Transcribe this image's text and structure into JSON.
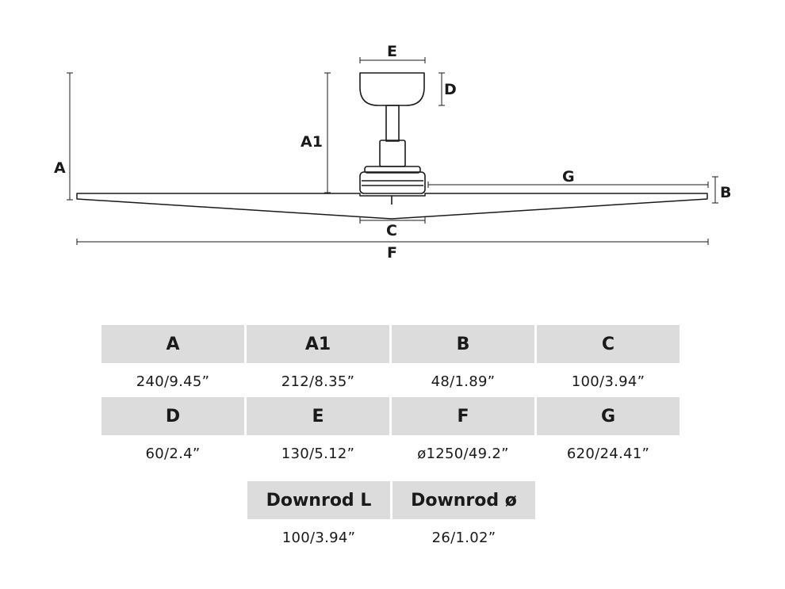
{
  "diagram_labels": {
    "A": "A",
    "A1": "A1",
    "B": "B",
    "C": "C",
    "D": "D",
    "E": "E",
    "F": "F",
    "G": "G"
  },
  "dimensions": [
    {
      "key": "A",
      "value": "240/9.45”"
    },
    {
      "key": "A1",
      "value": "212/8.35”"
    },
    {
      "key": "B",
      "value": "48/1.89”"
    },
    {
      "key": "C",
      "value": "100/3.94”"
    },
    {
      "key": "D",
      "value": "60/2.4”"
    },
    {
      "key": "E",
      "value": "130/5.12”"
    },
    {
      "key": "F",
      "value": "ø1250/49.2”"
    },
    {
      "key": "G",
      "value": "620/24.41”"
    }
  ],
  "downrod": [
    {
      "key": "Downrod L",
      "value": "100/3.94”"
    },
    {
      "key": "Downrod ø",
      "value": "26/1.02”"
    }
  ]
}
